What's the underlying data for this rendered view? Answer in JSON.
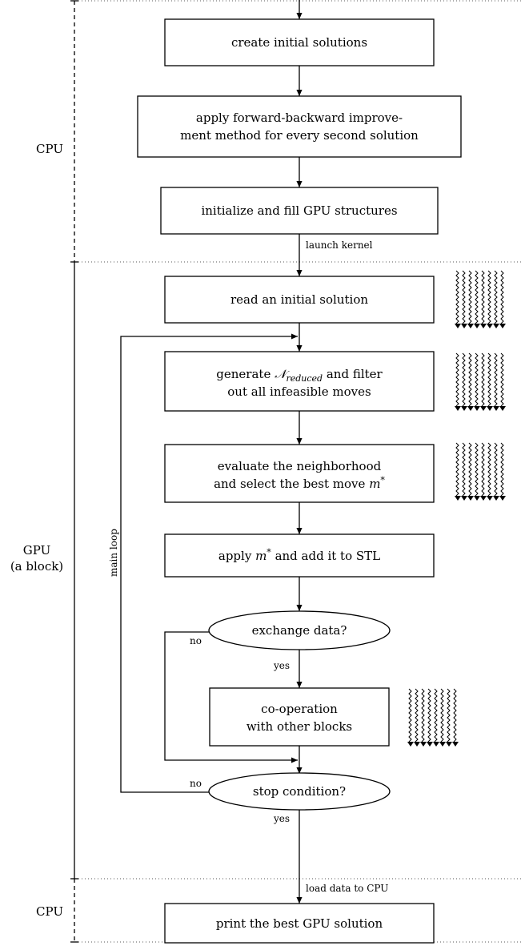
{
  "sections": {
    "cpu_top": "CPU",
    "gpu_line1": "GPU",
    "gpu_line2": "(a block)",
    "cpu_bottom": "CPU"
  },
  "boxes": {
    "create": "create initial solutions",
    "forward_l1": "apply forward-backward improve-",
    "forward_l2": "ment method for every second solution",
    "init_gpu": "initialize and fill GPU structures",
    "read": "read an initial solution",
    "generate_l1_pre": "generate ",
    "generate_l1_sym": "𝒩",
    "generate_l1_sub": "reduced",
    "generate_l1_post": " and filter",
    "generate_l2": "out all infeasible moves",
    "evaluate_l1": "evaluate the neighborhood",
    "evaluate_l2_pre": "and select the best move ",
    "evaluate_l2_m": "m",
    "evaluate_l2_star": "*",
    "apply_pre": "apply ",
    "apply_m": "m",
    "apply_star": "*",
    "apply_post": " and add it to STL",
    "coop_l1": "co-operation",
    "coop_l2": "with other blocks",
    "print": "print the best GPU solution"
  },
  "decisions": {
    "exchange": "exchange data?",
    "stop": "stop condition?"
  },
  "edge_labels": {
    "launch": "launch kernel",
    "no_exchange": "no",
    "yes_exchange": "yes",
    "no_stop": "no",
    "yes_stop": "yes",
    "load": "load data to CPU",
    "main_loop": "main loop"
  },
  "icons": {
    "thread_icon": "parallel-threads-icon"
  }
}
